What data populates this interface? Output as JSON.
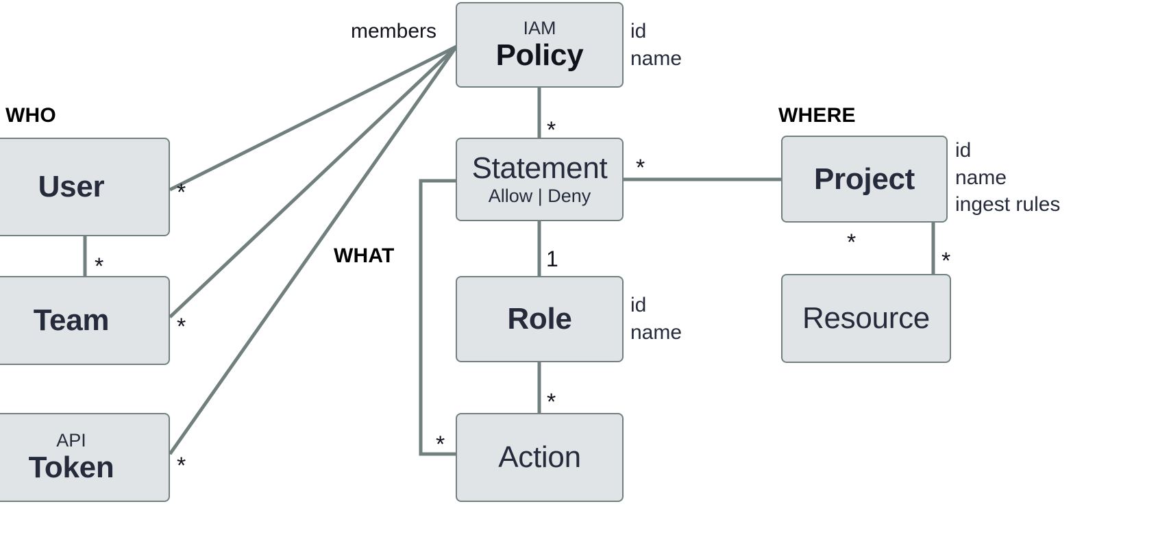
{
  "diagram": {
    "title": "IAM entity relationship diagram",
    "background": "#ffffff",
    "node_fill": "#e0e4e7",
    "node_stroke": "#71807e",
    "text_color": "#262b3c",
    "label_color": "#000000"
  },
  "sections": [
    {
      "id": "who",
      "label": "WHO"
    },
    {
      "id": "what",
      "label": "WHAT"
    },
    {
      "id": "where",
      "label": "WHERE"
    }
  ],
  "nodes": [
    {
      "id": "policy",
      "kicker": "IAM",
      "title": "Policy",
      "sub": "",
      "bold": true
    },
    {
      "id": "user",
      "kicker": "",
      "title": "User",
      "sub": "",
      "bold": true
    },
    {
      "id": "team",
      "kicker": "",
      "title": "Team",
      "sub": "",
      "bold": true
    },
    {
      "id": "token",
      "kicker": "API",
      "title": "Token",
      "sub": "",
      "bold": true
    },
    {
      "id": "statement",
      "kicker": "",
      "title": "Statement",
      "sub": "Allow | Deny",
      "bold": false
    },
    {
      "id": "role",
      "kicker": "",
      "title": "Role",
      "sub": "",
      "bold": true
    },
    {
      "id": "action",
      "kicker": "",
      "title": "Action",
      "sub": "",
      "bold": false
    },
    {
      "id": "project",
      "kicker": "",
      "title": "Project",
      "sub": "",
      "bold": true
    },
    {
      "id": "resource",
      "kicker": "",
      "title": "Resource",
      "sub": "",
      "bold": false
    }
  ],
  "attributes": {
    "policy": {
      "lines": "id\nname"
    },
    "role": {
      "lines": "id\nname"
    },
    "project": {
      "lines": "id\nname\ningest rules"
    }
  },
  "edge_labels": {
    "members": "members"
  },
  "cardinalities": {
    "user_policy": "*",
    "team_policy": "*",
    "token_policy": "*",
    "user_team": "*",
    "policy_statement": "*",
    "statement_project": "*",
    "statement_role": "1",
    "role_action": "*",
    "statement_action": "*",
    "project_resource_a": "*",
    "project_resource_b": "*"
  }
}
